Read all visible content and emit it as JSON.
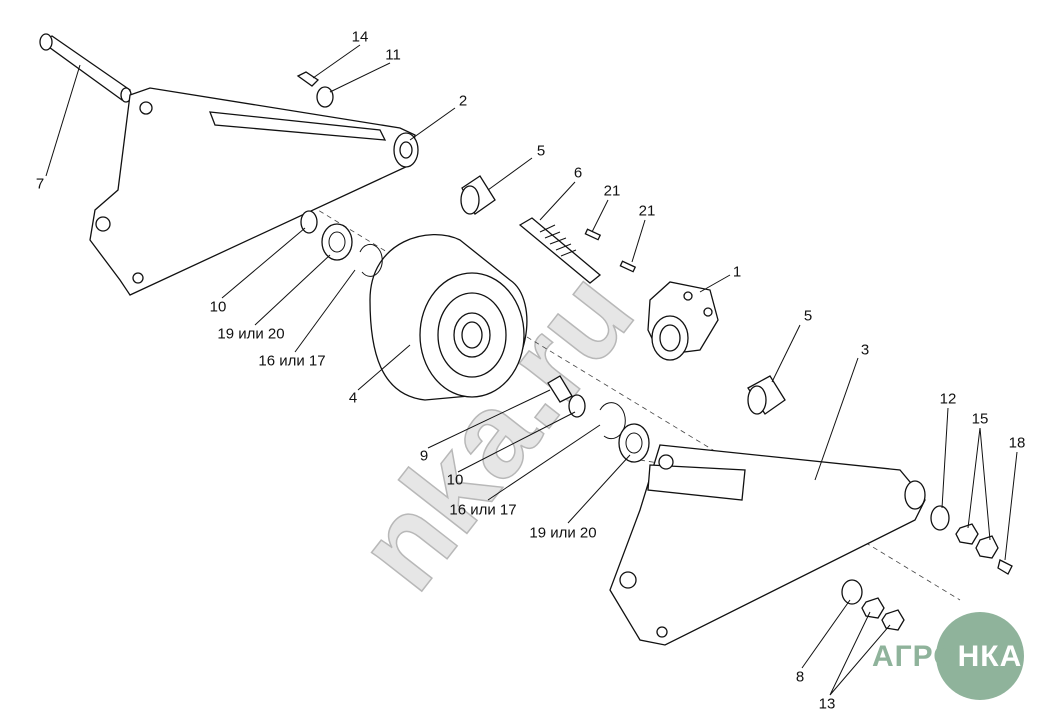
{
  "diagram": {
    "labels": {
      "l14": "14",
      "l11": "11",
      "l2": "2",
      "l7": "7",
      "l5a": "5",
      "l6": "6",
      "l21a": "21",
      "l21b": "21",
      "l1": "1",
      "l5b": "5",
      "l3": "3",
      "l10a": "10",
      "l19a": "19 или 20",
      "l16a": "16 или 17",
      "l4": "4",
      "l9": "9",
      "l10b": "10",
      "l16b": "16 или 17",
      "l19b": "19 или 20",
      "l12": "12",
      "l15": "15",
      "l18": "18",
      "l8": "8",
      "l13": "13"
    },
    "watermark": "nka.ru",
    "logo": {
      "text_left": "АГРО",
      "text_right": "НКА"
    },
    "colors": {
      "logo": "#8fb39b",
      "line": "#111111"
    }
  }
}
